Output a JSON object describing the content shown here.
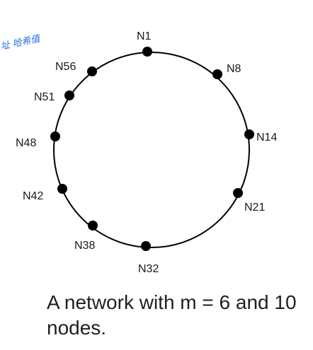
{
  "annotation": "址 哈希值",
  "caption": "A network with m = 6 and 10 nodes.",
  "ring": {
    "nodes": [
      {
        "label": "N1"
      },
      {
        "label": "N8"
      },
      {
        "label": "N14"
      },
      {
        "label": "N21"
      },
      {
        "label": "N32"
      },
      {
        "label": "N38"
      },
      {
        "label": "N42"
      },
      {
        "label": "N48"
      },
      {
        "label": "N51"
      },
      {
        "label": "N56"
      }
    ]
  },
  "colors": {
    "ring": "#000000",
    "node": "#000000",
    "annotation": "#1e6fe6",
    "text": "#1f1f1f"
  }
}
